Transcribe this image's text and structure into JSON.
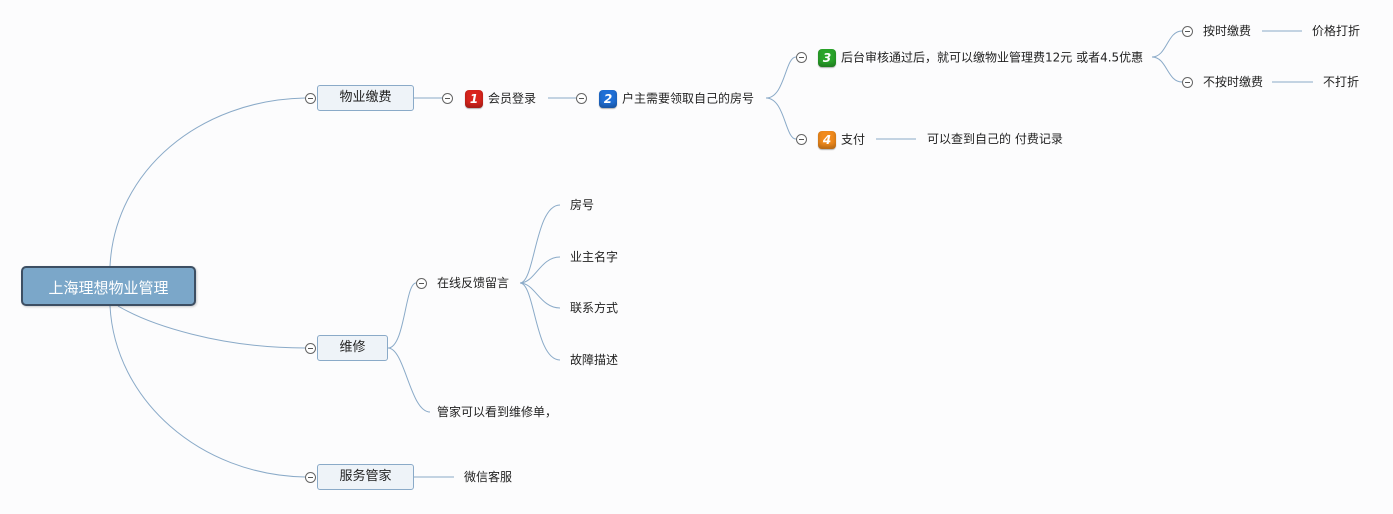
{
  "root": {
    "label": "上海理想物业管理"
  },
  "branches": {
    "payment": {
      "label": "物业缴费",
      "step1": {
        "number": "1",
        "label": "会员登录"
      },
      "step2": {
        "number": "2",
        "label": "户主需要领取自己的房号"
      },
      "step3": {
        "number": "3",
        "label": "后台审核通过后，就可以缴物业管理费12元 或者4.5优惠",
        "on_time": {
          "label": "按时缴费",
          "result": "价格打折"
        },
        "late": {
          "label": "不按时缴费",
          "result": "不打折"
        }
      },
      "step4": {
        "number": "4",
        "label": "支付",
        "note": "可以查到自己的 付费记录"
      }
    },
    "repair": {
      "label": "维修",
      "feedback": {
        "label": "在线反馈留言",
        "fields": [
          "房号",
          "业主名字",
          "联系方式",
          "故障描述"
        ]
      },
      "steward_note": "管家可以看到维修单，"
    },
    "service": {
      "label": "服务管家",
      "child": "微信客服"
    }
  },
  "colors": {
    "badge1": "#d9251d",
    "badge2": "#1f6fd6",
    "badge3": "#2aa52a",
    "badge4": "#f08a1c",
    "root_fill": "#7ba7c9",
    "root_border": "#3d4f63",
    "branch_fill": "#eef3f8",
    "line": "#8aaac8"
  }
}
